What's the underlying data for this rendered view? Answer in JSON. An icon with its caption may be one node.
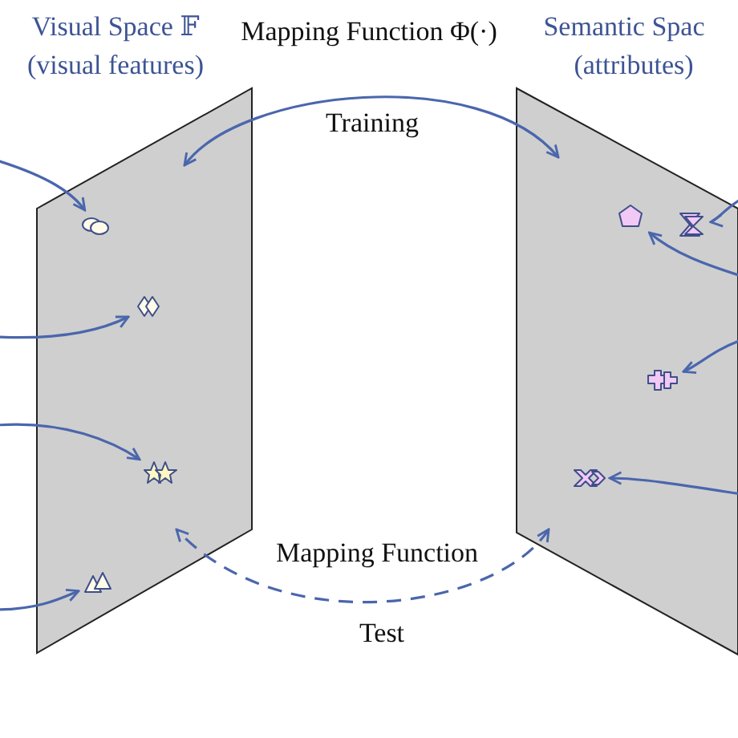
{
  "diagram": {
    "nodes": [
      {
        "text": [
          "Visual Space 𝔽",
          "(visual features)"
        ]
      },
      {
        "text": [
          "Semantic Spac",
          "(attributes)"
        ]
      },
      {
        "text": [],
        "shape": "ellipse",
        "in": 0
      },
      {
        "text": [],
        "shape": "diamond",
        "in": 0
      },
      {
        "text": [],
        "shape": "star",
        "in": 0
      },
      {
        "text": [],
        "shape": "triangle",
        "in": 0
      },
      {
        "text": [],
        "shape": "pentagon",
        "in": 1
      },
      {
        "text": [],
        "shape": "hourglass",
        "in": 1
      },
      {
        "text": [],
        "shape": "cross",
        "in": 1
      },
      {
        "text": [],
        "shape": "x",
        "in": 1
      }
    ],
    "edges": [
      {
        "from": 0,
        "to": 1,
        "arrow": "both",
        "label": "Training"
      },
      {
        "from": 1,
        "to": 0,
        "arrow": "both",
        "style": "dashed",
        "label": "Test"
      },
      {
        "from": null,
        "to": 2,
        "arrow": "to"
      },
      {
        "from": null,
        "to": 3,
        "arrow": "to"
      },
      {
        "from": null,
        "to": 4,
        "arrow": "to"
      },
      {
        "from": null,
        "to": 5,
        "arrow": "to"
      },
      {
        "from": null,
        "to": 7,
        "arrow": "to"
      },
      {
        "from": null,
        "to": 6,
        "arrow": "to"
      },
      {
        "from": null,
        "to": 8,
        "arrow": "to"
      },
      {
        "from": null,
        "to": 9,
        "arrow": "to"
      }
    ],
    "labels": [
      "Mapping Function Φ(·)",
      "Mapping Function"
    ]
  }
}
